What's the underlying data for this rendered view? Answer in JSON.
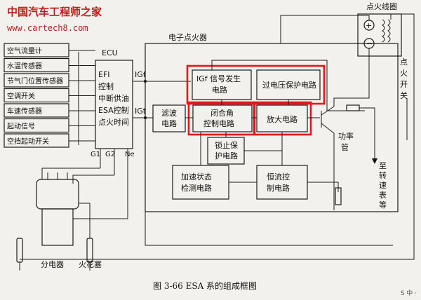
{
  "watermark": {
    "site_name": "中国汽车工程师之家",
    "url": "www.cartech8.com"
  },
  "sensors": [
    "空气流量计",
    "水温传感器",
    "节气门位置传感器",
    "空调开关",
    "车速传感器",
    "起动信号",
    "空挡起动开关"
  ],
  "ecu": {
    "title": "ECU",
    "lines": [
      "EFI",
      "控制",
      "中断供油",
      "ESA控制",
      "点火时间"
    ],
    "inputs": [
      "G1",
      "G2",
      "Ne"
    ]
  },
  "signals": {
    "igf": "IGf",
    "igt": "IGt"
  },
  "igniter": {
    "title": "电子点火器",
    "filter": [
      "滤波",
      "电路"
    ],
    "igf_gen": [
      "IGf 信号发生",
      "电路"
    ],
    "overvoltage": "过电压保护电路",
    "dwell": [
      "闭合角",
      "控制电路"
    ],
    "amplifier": "放大电路",
    "lock": [
      "锁止保",
      "护电路"
    ],
    "accel": [
      "加速状态",
      "检测电路"
    ],
    "current": [
      "恒流控",
      "制电路"
    ],
    "power_transistor": [
      "功率",
      "管"
    ]
  },
  "coil_label": "点火线圈",
  "ignition_switch": [
    "点",
    "火",
    "开",
    "关"
  ],
  "tach": [
    "至",
    "转",
    "速",
    "表",
    "等"
  ],
  "distributor": "分电器",
  "spark_plug": "火花塞",
  "caption": "图 3-66   ESA 系的组成框图",
  "toolbar_hint": "S 中 ·"
}
